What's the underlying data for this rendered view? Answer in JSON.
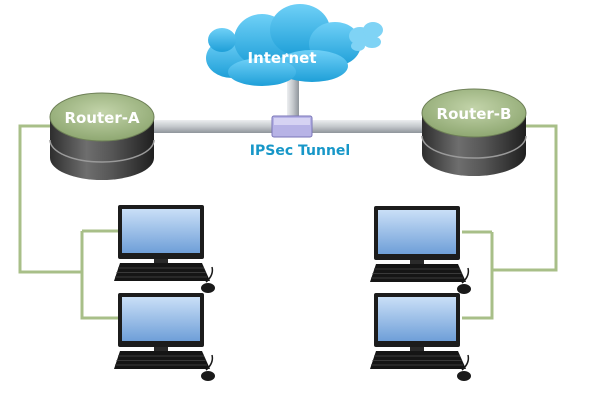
{
  "labels": {
    "internet": "Internet",
    "router_a": "Router-A",
    "router_b": "Router-B",
    "tunnel": "IPSec Tunnel"
  },
  "colors": {
    "cloud": "#29aee6",
    "cloud_light": "#7fd3f5",
    "router_top": "#a9bf8b",
    "router_body": "#4a4a4a",
    "tunnel_label": "#1797c8",
    "lan_line": "#a8bf88",
    "pipe": "#c9cdd1",
    "tunnel_box": "#b7b3e6"
  },
  "icons": [
    "cloud-icon",
    "router-icon",
    "computer-icon",
    "keyboard-icon",
    "mouse-icon"
  ]
}
